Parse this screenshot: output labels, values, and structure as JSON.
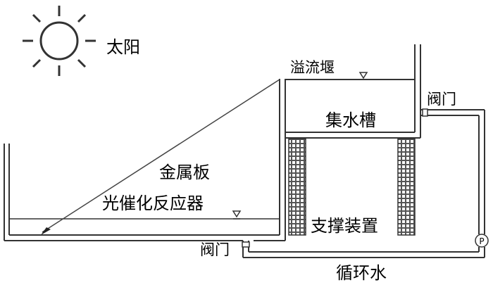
{
  "labels": {
    "sun": "太阳",
    "overflow_weir": "溢流堰",
    "valve_top": "阀门",
    "collection_tank": "集水槽",
    "metal_plate": "金属板",
    "reactor": "光催化反应器",
    "support": "支撑装置",
    "valve_bottom": "阀门",
    "circulating_water": "循环水",
    "pump": "P"
  },
  "colors": {
    "line": "#333333",
    "hatch": "#555555"
  }
}
